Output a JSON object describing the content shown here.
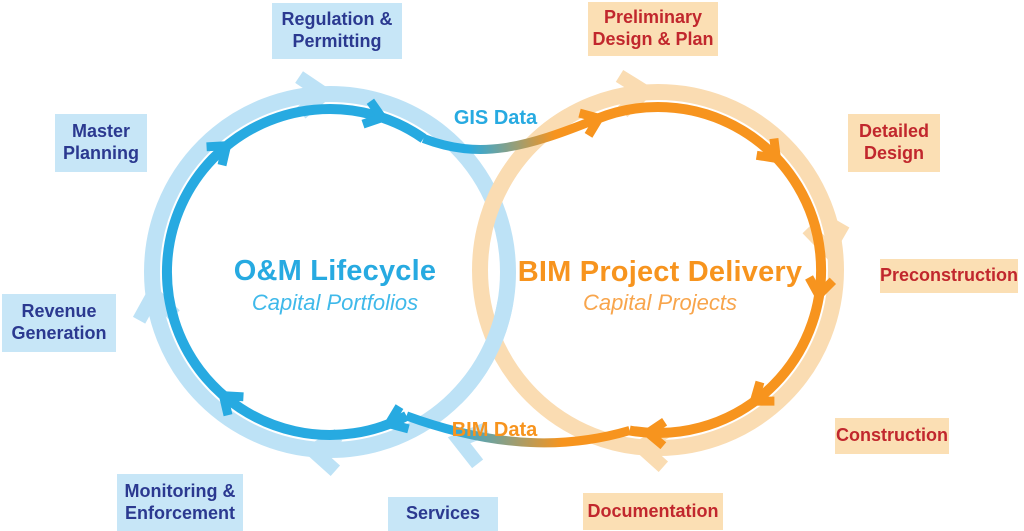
{
  "diagram": {
    "left_cycle": {
      "title": "O&M Lifecycle",
      "subtitle": "Capital Portfolios",
      "stages": [
        "Regulation &\nPermitting",
        "Master\nPlanning",
        "Revenue\nGeneration",
        "Monitoring &\nEnforcement",
        "Services"
      ]
    },
    "right_cycle": {
      "title": "BIM Project Delivery",
      "subtitle": "Capital Projects",
      "stages": [
        "Preliminary\nDesign & Plan",
        "Detailed\nDesign",
        "Preconstruction",
        "Construction",
        "Documentation"
      ]
    },
    "flows": {
      "top": "GIS Data",
      "bottom": "BIM Data"
    },
    "colors": {
      "lifecycle_blue": "#27AAE1",
      "lifecycle_light_blue": "#BDE2F6",
      "lifecycle_box_blue": "#C7E6F7",
      "lifecycle_text_navy": "#2B3990",
      "delivery_orange": "#F7941E",
      "delivery_light_peach": "#FADCB2",
      "delivery_box_peach": "#FBDFB4",
      "delivery_text_red": "#C1272D"
    }
  }
}
